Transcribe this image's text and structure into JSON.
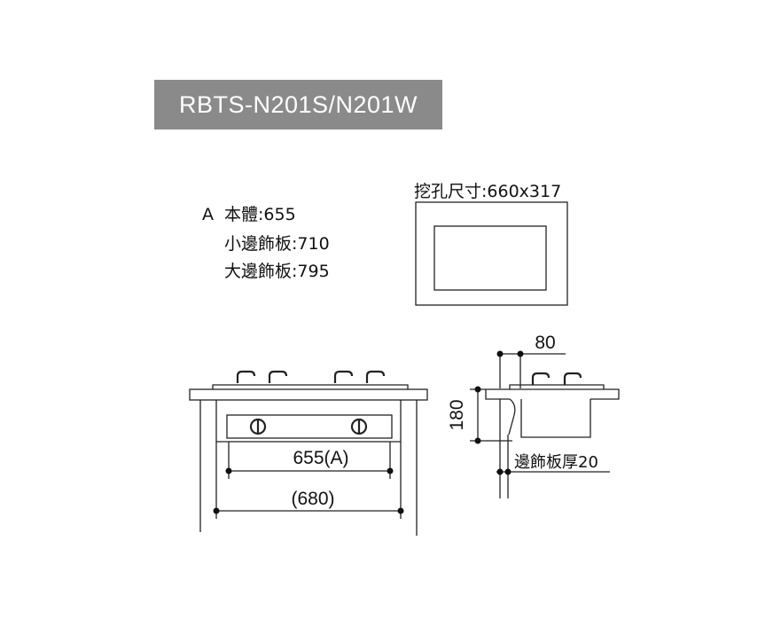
{
  "title": "RBTS-N201S/N201W",
  "specs": {
    "line1_prefix": "A",
    "line1": "本體:655",
    "line2": "小邊飾板:710",
    "line3": "大邊飾板:795"
  },
  "cutout_label": "挖孔尺寸:660x317",
  "front_view": {
    "dim_inner": "655(A)",
    "dim_outer": "(680)"
  },
  "side_view": {
    "dim_top": "80",
    "dim_height": "180",
    "trim_thickness": "邊飾板厚20"
  }
}
